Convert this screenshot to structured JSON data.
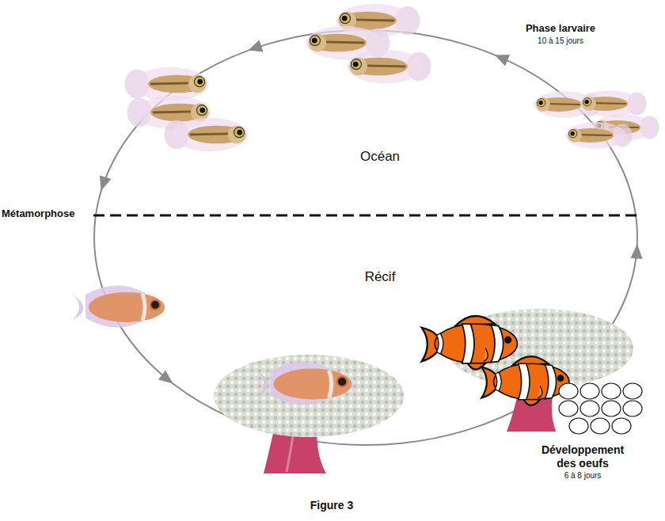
{
  "diagram": {
    "caption": "Figure 3",
    "labels": [
      "Phase larvaire",
      "10 à 15 jours",
      "Océan",
      "Métamorphose",
      "Récif",
      "Développement des oeufs",
      "6 à 8 jours"
    ]
  }
}
